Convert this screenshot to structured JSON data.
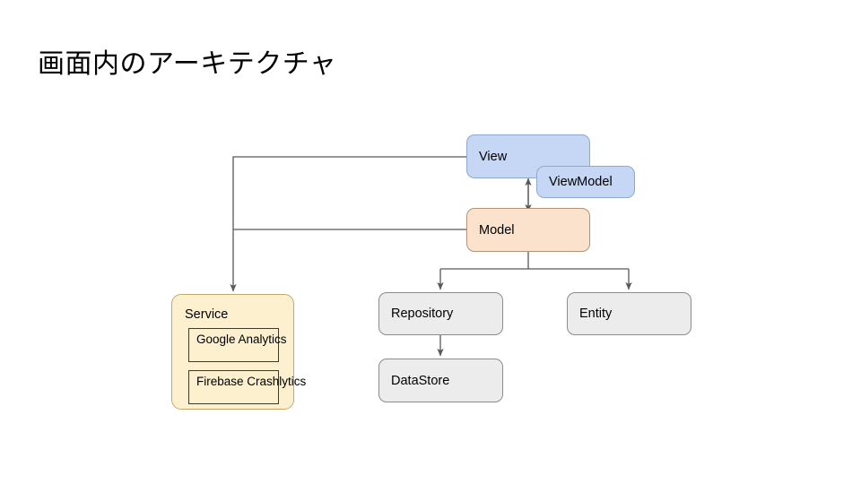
{
  "slide": {
    "title": "画面内のアーキテクチャ",
    "background_color": "#ffffff"
  },
  "colors": {
    "view_fill": "#c6d6f5",
    "viewmodel_fill": "#c6d6f5",
    "model_fill": "#fae2cc",
    "service_fill": "#fdf0ce",
    "gray_fill": "#ececec",
    "connector_stroke": "#595959",
    "text": "#000000"
  },
  "diagram": {
    "nodes": {
      "view": {
        "label": "View"
      },
      "viewmodel": {
        "label": "ViewModel"
      },
      "model": {
        "label": "Model"
      },
      "service": {
        "label": "Service"
      },
      "google_analytics": {
        "label": "Google Analytics"
      },
      "firebase_crashlytics": {
        "label": "Firebase Crashlytics"
      },
      "repository": {
        "label": "Repository"
      },
      "datastore": {
        "label": "DataStore"
      },
      "entity": {
        "label": "Entity"
      }
    },
    "edges": [
      {
        "from": "view",
        "to": "model",
        "style": "bidirectional"
      },
      {
        "from": "view",
        "to": "service",
        "style": "arrow"
      },
      {
        "from": "model",
        "to": "service",
        "style": "arrow"
      },
      {
        "from": "model",
        "to": "repository",
        "style": "arrow"
      },
      {
        "from": "model",
        "to": "entity",
        "style": "arrow"
      },
      {
        "from": "repository",
        "to": "datastore",
        "style": "arrow"
      }
    ]
  }
}
